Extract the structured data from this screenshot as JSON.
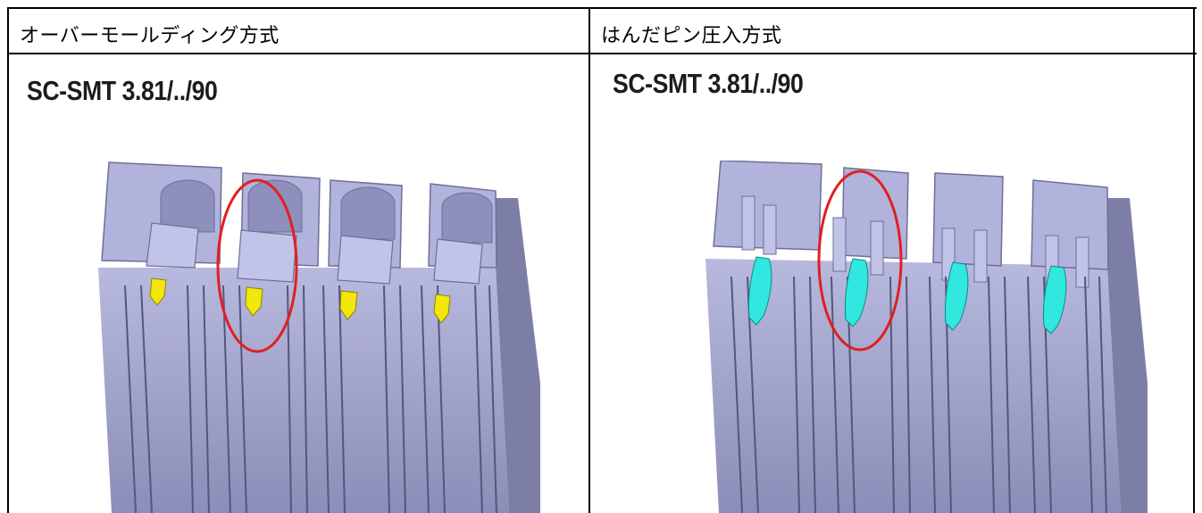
{
  "table": {
    "columns": [
      {
        "header": "オーバーモールディング方式",
        "model_label": "SC-SMT 3.81/../90",
        "figure": {
          "icon": "connector-3d-overmolded-icon",
          "pin_color": "#f2e60a",
          "highlight_color": "#e02020"
        }
      },
      {
        "header": "はんだピン圧入方式",
        "model_label": "SC-SMT 3.81/../90",
        "figure": {
          "icon": "connector-3d-press-fit-icon",
          "pin_color": "#30e8e0",
          "highlight_color": "#e02020"
        }
      }
    ],
    "colors": {
      "body": "#9fa0c8",
      "border": "#000000"
    }
  }
}
